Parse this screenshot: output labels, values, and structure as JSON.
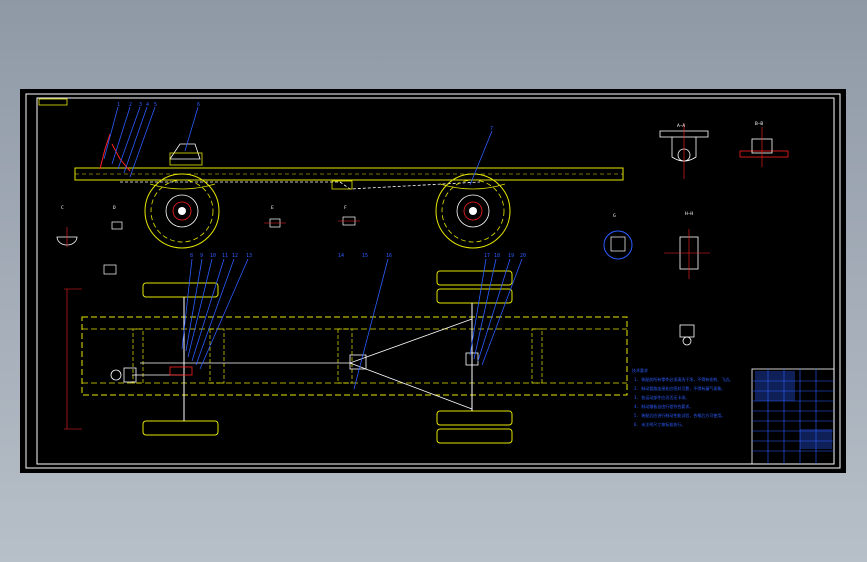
{
  "drawing": {
    "stamp_label": "",
    "colors": {
      "background": "#000000",
      "frame": "#ffffff",
      "chassis": "#e6e600",
      "leader": "#2b5cff",
      "centerline": "#ff2020",
      "detail": "#00d8ff",
      "title_block": "#2b5cff",
      "note_text": "#2b5cff"
    }
  },
  "callouts_top": [
    "1",
    "2",
    "3",
    "4",
    "5",
    "6",
    "7"
  ],
  "callouts_plan_left": [
    "8",
    "9",
    "10",
    "11",
    "12",
    "13"
  ],
  "callouts_plan_mid": [
    "14",
    "15",
    "16"
  ],
  "callouts_plan_right": [
    "17",
    "18",
    "19",
    "20"
  ],
  "section_labels": {
    "a": "A—A",
    "b": "B—B",
    "c": "C",
    "d": "D",
    "e": "E",
    "f": "F",
    "g": "G",
    "h": "H—H"
  },
  "notes": {
    "heading": "技术要求",
    "lines": [
      "1. 装配前所有零件必须清洗干净，不得有毛刺、飞边。",
      "2. 制动管路连接处应密封可靠，不得有漏气现象。",
      "3. 各运动部件应灵活无卡滞。",
      "4. 制动踏板自由行程符合要求。",
      "5. 装配后应进行制动性能试验，合格后方可使用。",
      "6. 未注明尺寸按标准执行。"
    ]
  }
}
